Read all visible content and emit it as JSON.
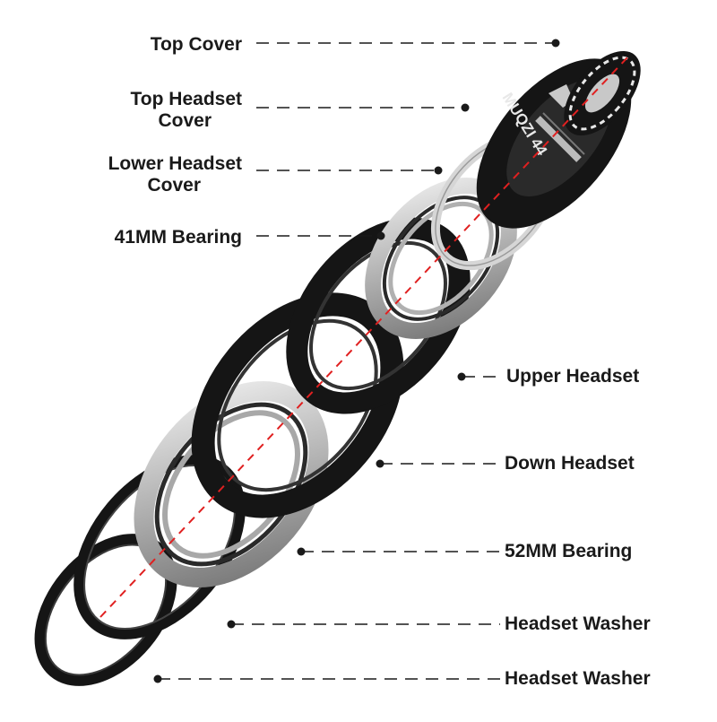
{
  "labels": {
    "top_cover": "Top Cover",
    "top_headset_cover_1": "Top Headset",
    "top_headset_cover_2": "Cover",
    "lower_headset_cover_1": "Lower Headset",
    "lower_headset_cover_2": "Cover",
    "bearing_41": "41MM Bearing",
    "upper_headset": "Upper Headset",
    "down_headset": "Down Headset",
    "bearing_52": "52MM Bearing",
    "headset_washer_1": "Headset Washer",
    "headset_washer_2": "Headset Washer"
  },
  "cap_text": "MUQZI 44",
  "colors": {
    "axis": "#e02020",
    "leader": "#1a1a1a",
    "part_black": "#151515",
    "part_silver": "#c8c8c8",
    "label": "#1a1a1a"
  }
}
